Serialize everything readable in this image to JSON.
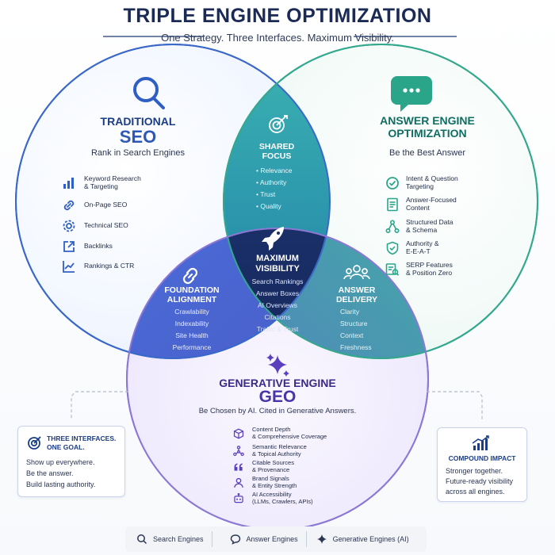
{
  "title": "TRIPLE ENGINE OPTIMIZATION",
  "subtitle": "One Strategy. Three Interfaces. Maximum Visibility.",
  "seo": {
    "heading_small": "TRADITIONAL",
    "heading_big": "SEO",
    "tagline": "Rank in Search Engines",
    "items": [
      {
        "icon": "bar-chart-icon",
        "lines": [
          "Keyword Research",
          "& Targeting"
        ]
      },
      {
        "icon": "link-icon",
        "lines": [
          "On-Page SEO"
        ]
      },
      {
        "icon": "gear-icon",
        "lines": [
          "Technical SEO"
        ]
      },
      {
        "icon": "external-link-icon",
        "lines": [
          "Backlinks"
        ]
      },
      {
        "icon": "trend-chart-icon",
        "lines": [
          "Rankings & CTR"
        ]
      }
    ]
  },
  "aeo": {
    "heading_line1": "ANSWER ENGINE",
    "heading_line2": "OPTIMIZATION",
    "tagline": "Be the Best Answer",
    "items": [
      {
        "icon": "check-circle-icon",
        "lines": [
          "Intent & Question",
          "Targeting"
        ]
      },
      {
        "icon": "document-icon",
        "lines": [
          "Answer-Focused",
          "Content"
        ]
      },
      {
        "icon": "schema-icon",
        "lines": [
          "Structured Data",
          "& Schema"
        ]
      },
      {
        "icon": "shield-check-icon",
        "lines": [
          "Authority &",
          "E-E-A-T"
        ]
      },
      {
        "icon": "serp-icon",
        "lines": [
          "SERP Features",
          "& Position Zero"
        ]
      }
    ]
  },
  "geo": {
    "heading_small": "GENERATIVE ENGINE",
    "heading_big": "GEO",
    "tagline": "Be Chosen by AI. Cited in Generative Answers.",
    "items": [
      {
        "icon": "cube-icon",
        "lines": [
          "Content Depth",
          "& Comprehensive Coverage"
        ]
      },
      {
        "icon": "network-icon",
        "lines": [
          "Semantic Relevance",
          "& Topical Authority"
        ]
      },
      {
        "icon": "quote-icon",
        "lines": [
          "Citable Sources",
          "& Provenance"
        ]
      },
      {
        "icon": "person-icon",
        "lines": [
          "Brand Signals",
          "& Entity Strength"
        ]
      },
      {
        "icon": "robot-icon",
        "lines": [
          "AI Accessibility",
          "(LLMs, Crawlers, APIs)"
        ]
      }
    ]
  },
  "shared_focus": {
    "line1": "SHARED",
    "line2": "FOCUS",
    "items": [
      "Relevance",
      "Authority",
      "Trust",
      "Quality"
    ]
  },
  "foundation": {
    "line1": "FOUNDATION",
    "line2": "ALIGNMENT",
    "items": [
      "Crawlability",
      "Indexability",
      "Site Health",
      "Performance"
    ]
  },
  "answer_delivery": {
    "line1": "ANSWER",
    "line2": "DELIVERY",
    "items": [
      "Clarity",
      "Structure",
      "Context",
      "Freshness"
    ]
  },
  "maximum": {
    "line1": "MAXIMUM",
    "line2": "VISIBILITY",
    "items": [
      "Search Rankings",
      "Answer Boxes",
      "AI Overviews",
      "Citations",
      "Traffic & Trust"
    ]
  },
  "left_card": {
    "title1": "THREE INTERFACES.",
    "title2": "ONE GOAL.",
    "lines": [
      "Show up everywhere.",
      "Be the answer.",
      "Build lasting authority."
    ]
  },
  "right_card": {
    "title": "COMPOUND IMPACT",
    "lines": [
      "Stronger together.",
      "Future-ready visibility",
      "across all engines."
    ]
  },
  "legend": [
    "Search Engines",
    "Answer Engines",
    "Generative Engines (AI)"
  ],
  "colors": {
    "seo_blue": "#2f5fc4",
    "aeo_green": "#2aa58a",
    "geo_purple": "#7b62cc",
    "center_navy": "#16285a"
  }
}
